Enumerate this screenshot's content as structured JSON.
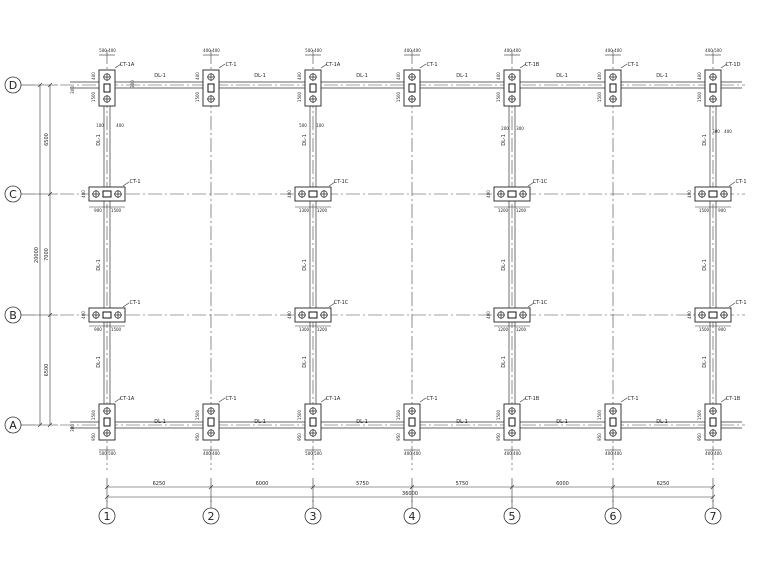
{
  "axes": {
    "columns": [
      "1",
      "2",
      "3",
      "4",
      "5",
      "6",
      "7"
    ],
    "rows": [
      "A",
      "B",
      "C",
      "D"
    ]
  },
  "spans_x": [
    "6250",
    "6000",
    "5750",
    "5750",
    "6000",
    "6250"
  ],
  "total_x": "36000",
  "spans_y": [
    "6500",
    "7000",
    "6500"
  ],
  "total_y": "20000",
  "beam_label": "DL-1",
  "caps": {
    "D": [
      "CT-1A",
      "CT-1",
      "CT-1A",
      "CT-1",
      "CT-1B",
      "CT-1",
      "CT-1D"
    ],
    "A": [
      "CT-1A",
      "CT-1",
      "CT-1A",
      "CT-1",
      "CT-1B",
      "CT-1",
      "CT-1B"
    ],
    "C": {
      "1": "CT-1",
      "3": "CT-1C",
      "5": "CT-1C",
      "7": "CT-1"
    },
    "B": {
      "1": "CT-1",
      "3": "CT-1C",
      "5": "CT-1C",
      "7": "CT-1"
    }
  },
  "cap_dims": {
    "top_width": [
      "500",
      "400",
      "400",
      "400",
      "500",
      "400",
      "400",
      "400",
      "400",
      "400",
      "400",
      "400",
      "400",
      "500"
    ],
    "bottom_width": [
      "500",
      "500",
      "400",
      "400",
      "500",
      "500",
      "400",
      "400",
      "400",
      "400",
      "400",
      "400",
      "400",
      "400"
    ],
    "vertical_top": [
      "400",
      "1500",
      "400",
      "1500",
      "400",
      "1500",
      "400",
      "1500",
      "400",
      "1500",
      "400",
      "1500",
      "400",
      "1500"
    ],
    "vertical_bottom": [
      "1500",
      "950",
      "1500",
      "950",
      "1500",
      "950",
      "1500",
      "950",
      "1500",
      "950",
      "1500",
      "950",
      "1500",
      "950"
    ],
    "offset_300": "300",
    "mid_C": [
      "900",
      "1500",
      "1300",
      "1200",
      "1200",
      "1200",
      "1500",
      "900"
    ],
    "mid_B": [
      "900",
      "1500",
      "1300",
      "1200",
      "1200",
      "1200",
      "1500",
      "900"
    ],
    "mid_vertical": "400",
    "extra_top": [
      "100",
      "400",
      "500",
      "100",
      "200",
      "300",
      "300",
      "400"
    ]
  }
}
